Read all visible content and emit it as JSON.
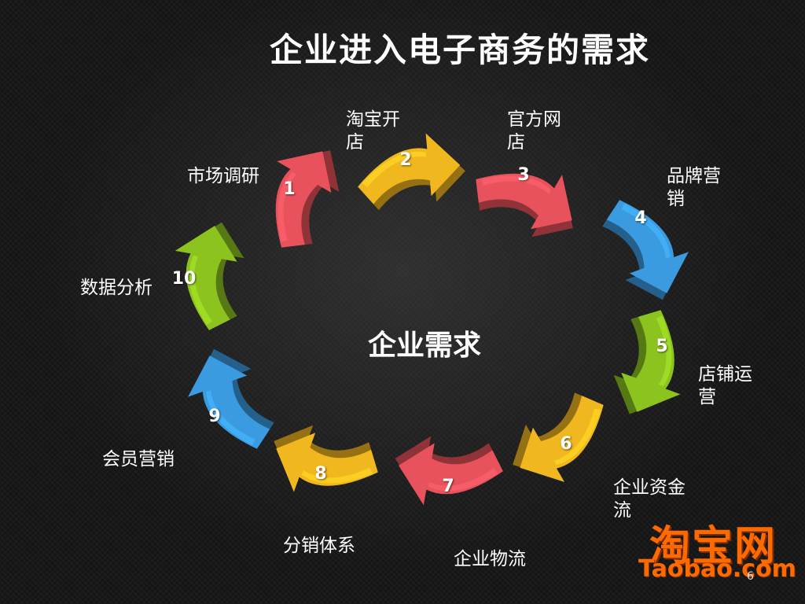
{
  "slide": {
    "title": "企业进入电子商务的需求",
    "center_title": "企业需求",
    "page_number": "6"
  },
  "logo": {
    "cn": "淘宝网",
    "en": "Taobao.com",
    "color": "#ff6a00"
  },
  "steps": [
    {
      "num": "1",
      "label": "市场调研",
      "color": "#e8525c"
    },
    {
      "num": "2",
      "label": "淘宝开\n店",
      "color": "#f0b71e"
    },
    {
      "num": "3",
      "label": "官方网\n店",
      "color": "#e8525c"
    },
    {
      "num": "4",
      "label": "品牌营\n销",
      "color": "#3a9be0"
    },
    {
      "num": "5",
      "label": "店铺运\n营",
      "color": "#8cc31f"
    },
    {
      "num": "6",
      "label": "企业资金\n流",
      "color": "#f0b71e"
    },
    {
      "num": "7",
      "label": "企业物流",
      "color": "#e8525c"
    },
    {
      "num": "8",
      "label": "分销体系",
      "color": "#f0b71e"
    },
    {
      "num": "9",
      "label": "会员营销",
      "color": "#3a9be0"
    },
    {
      "num": "10",
      "label": "数据分析",
      "color": "#8cc31f"
    }
  ]
}
